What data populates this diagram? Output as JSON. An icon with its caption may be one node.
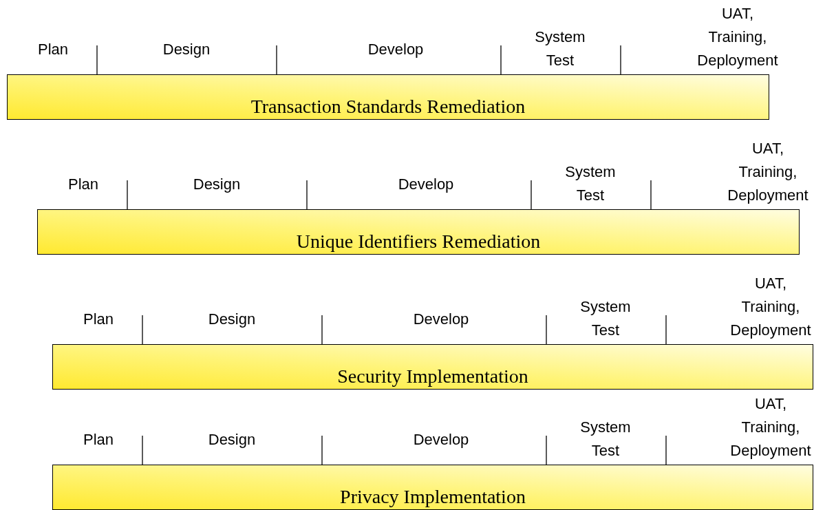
{
  "diagram": {
    "nodes": [
      {
        "text": [
          "Transaction Standards Remediation"
        ]
      },
      {
        "text": [
          "Unique Identifiers Remediation"
        ]
      },
      {
        "text": [
          "Security Implementation"
        ]
      },
      {
        "text": [
          "Privacy Implementation"
        ]
      }
    ],
    "edges": [],
    "labels": [
      "Plan",
      "Design",
      "Develop",
      "System Test",
      "UAT, Training, Deployment",
      "Plan",
      "Design",
      "Develop",
      "System Test",
      "UAT, Training, Deployment",
      "Plan",
      "Design",
      "Develop",
      "System Test",
      "UAT, Training, Deployment",
      "Plan",
      "Design",
      "Develop",
      "System Test",
      "UAT, Training, Deployment"
    ]
  }
}
